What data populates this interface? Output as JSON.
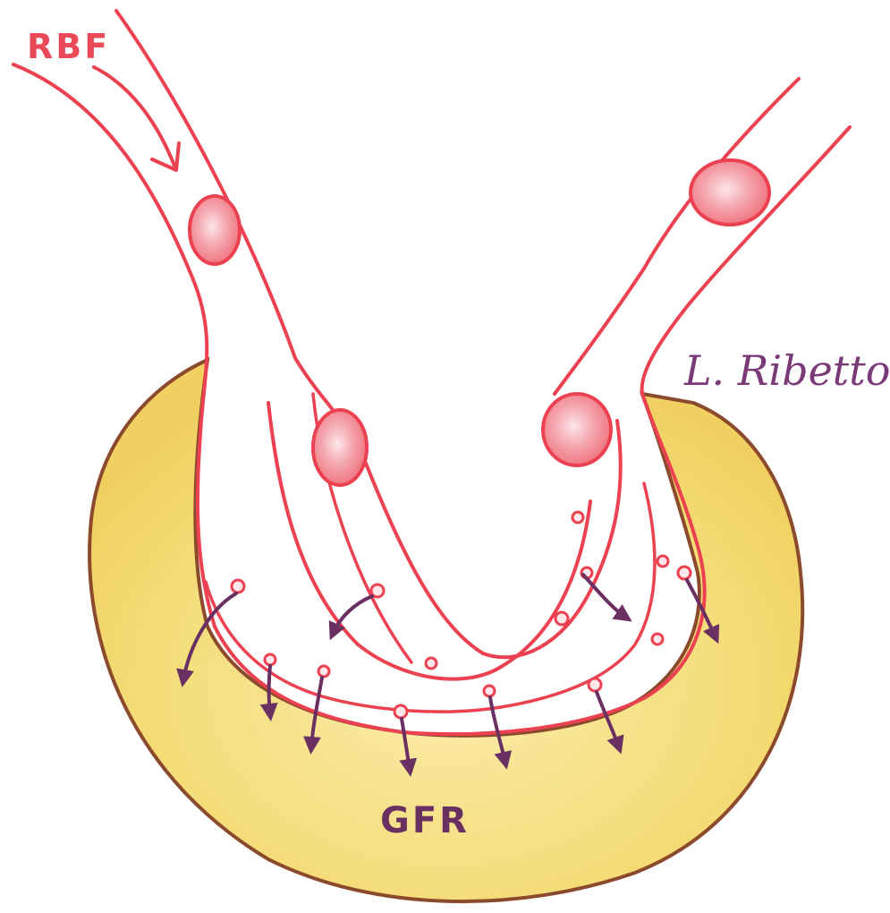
{
  "labels": {
    "inflow": "RBF",
    "filtrate": "GFR",
    "signature": "L. Ribetto"
  },
  "colors": {
    "capsule_fill": "#f6e07e",
    "capsule_outline": "#8c4a2c",
    "vessel_stroke": "#ec4150",
    "red_cell": "#f07d86",
    "filtration_arrow": "#6a3062"
  }
}
